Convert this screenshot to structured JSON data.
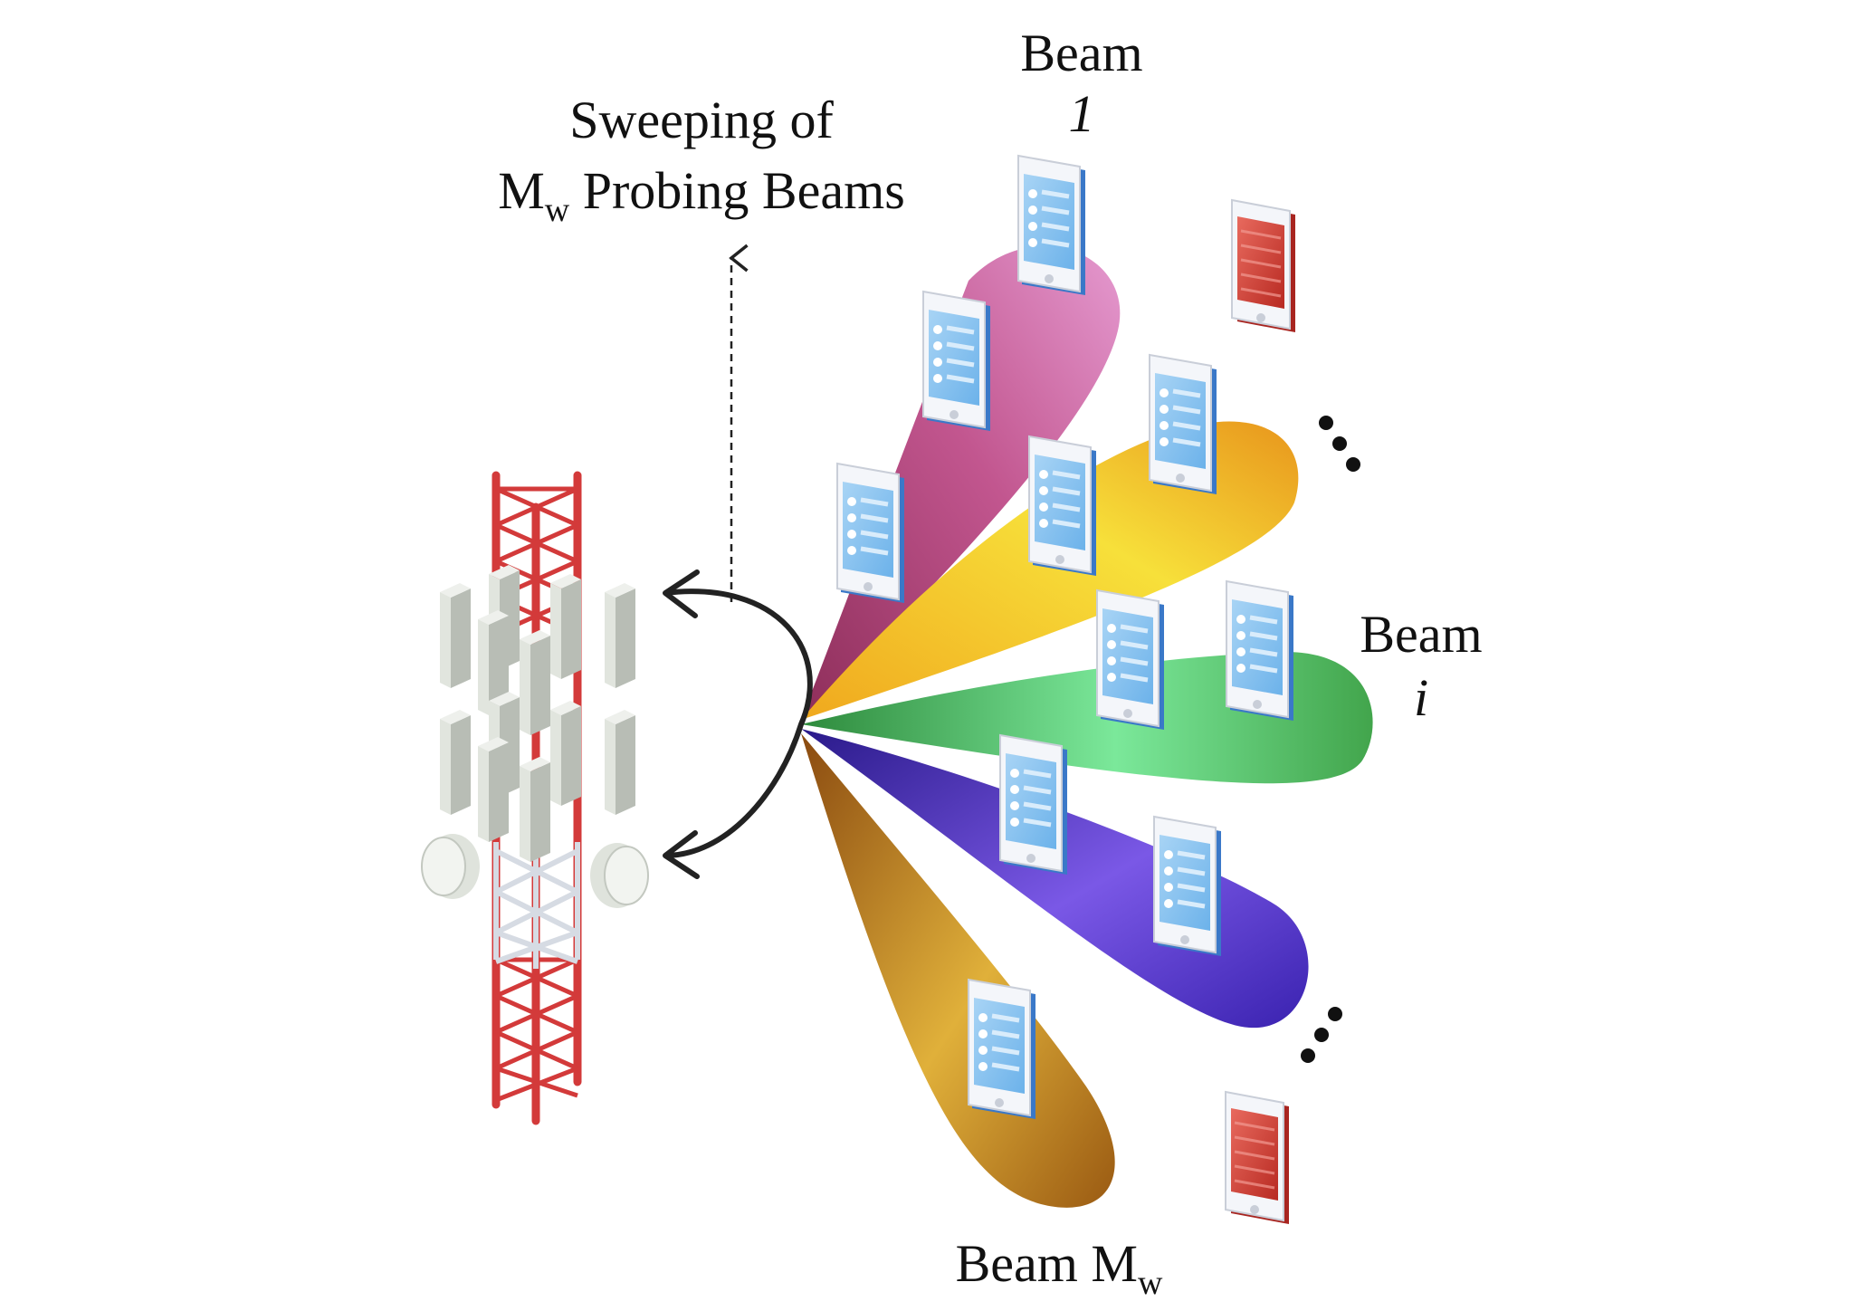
{
  "labels": {
    "sweep_line1": "Sweeping of",
    "sweep_line2_base": "M",
    "sweep_line2_sub": "w",
    "sweep_line2_rest": " Probing Beams",
    "beam_1_word": "Beam",
    "beam_1_index": "1",
    "beam_i_word": "Beam",
    "beam_i_index": "i",
    "beam_m_word": "Beam M",
    "beam_m_sub": "w"
  },
  "colors": {
    "beam_1": "#c2568f",
    "beam_2": "#f2c02a",
    "beam_i": "#5fcf6e",
    "beam_4": "#4a33c4",
    "beam_m": "#c9861e",
    "tower_red": "#d33a3a",
    "tower_white": "#e8ebf0",
    "antenna_gray": "#d5d9d3",
    "phone_served": "#4a90d9",
    "phone_unserved": "#d63a3a",
    "arrow": "#222222"
  },
  "icons": {
    "base_station": "cell-tower-icon",
    "user_served": "smartphone-icon",
    "user_unserved": "smartphone-icon",
    "ellipsis": "ellipsis-icon"
  }
}
